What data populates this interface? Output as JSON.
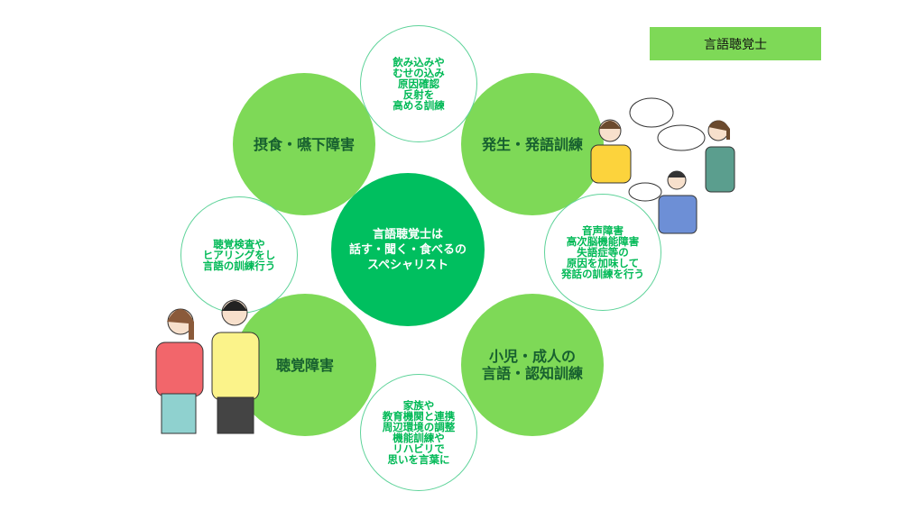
{
  "title": "言語聴覚士",
  "center": "言語聴覚士は\n話す・聞く・食べるの\nスペシャリスト",
  "domains": [
    {
      "label": "摂食・嚥下障害"
    },
    {
      "label": "発生・発語訓練"
    },
    {
      "label": "聴覚障害"
    },
    {
      "label": "小児・成人の\n言語・認知訓練"
    }
  ],
  "details": [
    {
      "text": "飲み込みや\nむせの込み\n原因確認\n反射を\n高める訓練"
    },
    {
      "text": "音声障害\n高次脳機能障害\n失語症等の\n原因を加味して\n発話の訓練を行う"
    },
    {
      "text": "家族や\n教育機関と連携\n周辺環境の調整\n機能訓練や\nリハビリで\n思いを言葉に"
    },
    {
      "text": "聴覚検査や\nヒアリングをし\n言語の訓練行う"
    }
  ],
  "colors": {
    "light_green": "#7ed957",
    "center_green": "#00bf5f",
    "text_green": "#00b956"
  }
}
